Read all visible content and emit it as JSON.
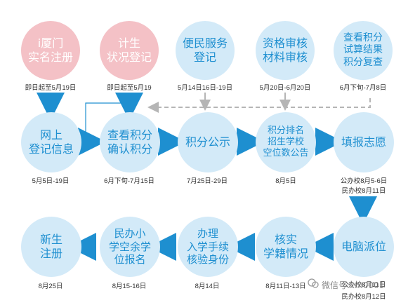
{
  "nodes": {
    "register": "i厦门\n实名注册",
    "family_plan": "计生\n状况登记",
    "service": "便民服务\n登记",
    "review": "资格审核\n材料审核",
    "check_score": "查看积分\n试算结果\n积分复查",
    "online": "网上\n登记信息",
    "confirm": "查看积分\n确认积分",
    "publicity": "积分公示",
    "ranking": "积分排名\n招生学校\n空位数公告",
    "wish": "填报志愿",
    "assign": "电脑派位",
    "verify": "核实\n学籍情况",
    "enroll": "办理\n入学手续\n核验身份",
    "private_vacancy": "民办小\n学空余学\n位报名",
    "new_student": "新生\n注册"
  },
  "dates": {
    "register": "即日起至5月19日",
    "family_plan": "即日起至5月19",
    "service": "5月14日16日-19日",
    "review": "5月20日-6月20日",
    "check_score": "6月下旬-7月8日",
    "online": "5月5日-19日",
    "confirm": "6月下旬-7月15日",
    "publicity": "7月25日-29日",
    "ranking": "8月5日",
    "wish_public": "公办校8月5-6日",
    "wish_private": "民办校8月11日",
    "assign_public": "公办校8月11日",
    "assign_private": "民办校8月12日",
    "verify": "8月11日-13日",
    "enroll": "8月14日",
    "private_vacancy": "8月15-16日",
    "new_student": "8月25日"
  },
  "watermark": "微信号:xm0001",
  "colors": {
    "arrow": "#1e8fd0",
    "dashed": "#b5b5b5",
    "node_blue": "#d3eaf8",
    "node_pink": "#f4c1c6"
  }
}
